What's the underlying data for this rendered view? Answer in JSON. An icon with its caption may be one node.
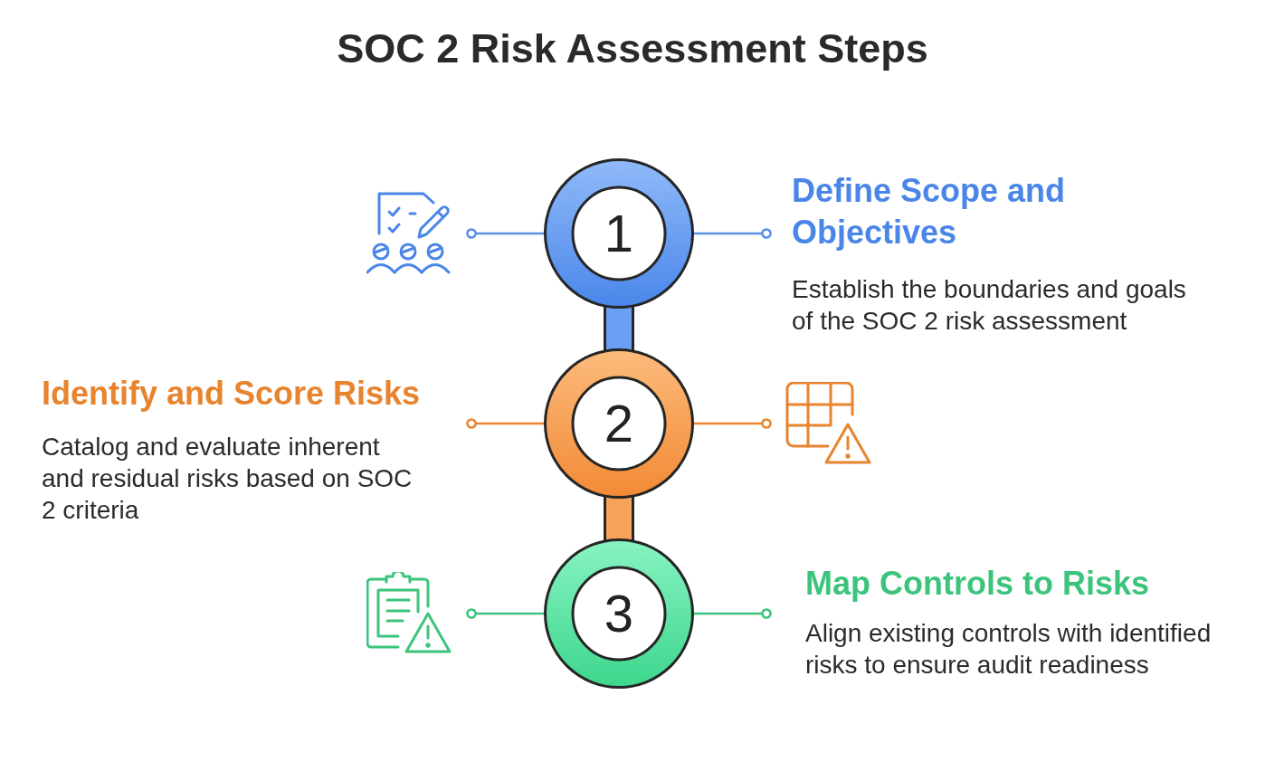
{
  "diagram": {
    "title": "SOC 2 Risk Assessment Steps",
    "nodes": [
      {
        "text": [
          "1"
        ]
      },
      {
        "text": [],
        "shape": "picture"
      },
      {
        "text": [
          "Define Scope and Objectives",
          "Establish the boundaries and goals of the SOC 2 risk assessment"
        ]
      },
      {
        "text": [
          "2"
        ]
      },
      {
        "text": [
          "Identify and Score Risks",
          "Catalog and evaluate inherent and residual risks based on SOC 2 criteria"
        ]
      },
      {
        "text": [],
        "shape": "picture"
      },
      {
        "text": [
          "3"
        ]
      },
      {
        "text": [],
        "shape": "picture"
      },
      {
        "text": [
          "Map Controls to Risks",
          "Align existing controls with identified risks to ensure audit readiness"
        ]
      }
    ],
    "edges": [
      {
        "from": 0,
        "to": 1,
        "arrow": "other",
        "color": "#5b8fe8"
      },
      {
        "from": 0,
        "to": 2,
        "arrow": "other",
        "color": "#5b8fe8"
      },
      {
        "from": 3,
        "to": 4,
        "arrow": "other",
        "color": "#e8862f"
      },
      {
        "from": 3,
        "to": 5,
        "arrow": "other",
        "color": "#e8862f"
      },
      {
        "from": 6,
        "to": 7,
        "arrow": "other",
        "color": "#3ec47e"
      },
      {
        "from": 6,
        "to": 8,
        "arrow": "other",
        "color": "#3ec47e"
      },
      {
        "from": 0,
        "to": 3,
        "arrow": "none",
        "style": "thick",
        "color": "#6a9ff4"
      },
      {
        "from": 3,
        "to": 6,
        "arrow": "none",
        "style": "thick",
        "color": "#f5a35a"
      }
    ]
  }
}
